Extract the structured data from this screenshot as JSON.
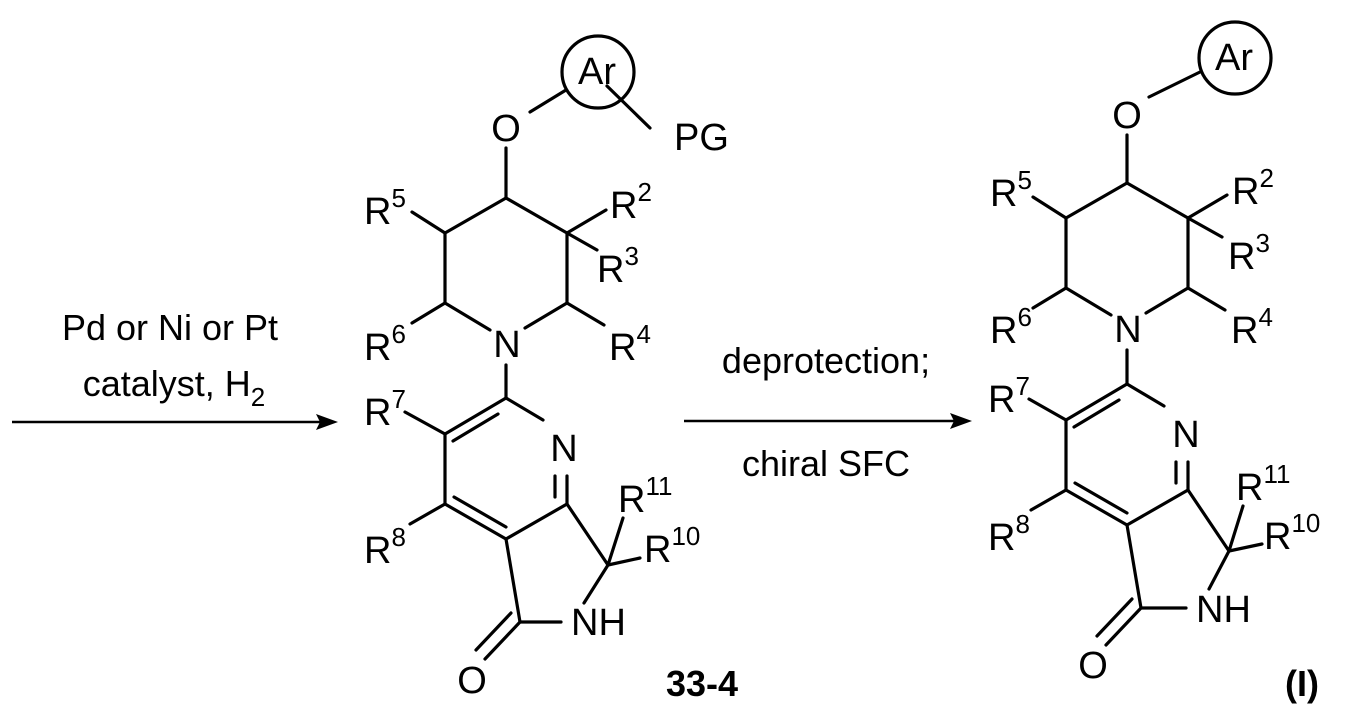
{
  "step1": {
    "reagents_line1": "Pd or Ni or Pt",
    "reagents_line2_prefix": "catalyst, H",
    "reagents_line2_subscript": "2"
  },
  "step2": {
    "reagents_above": "deprotection;",
    "reagents_below": "chiral SFC"
  },
  "compound_intermediate": {
    "label": "33-4",
    "aryl_ring": "Ar",
    "protecting_group": "PG",
    "ether_oxygen": "O",
    "ring_nitrogen": "N",
    "pyridine_nitrogen": "N",
    "lactam_nh": "NH",
    "carbonyl_oxygen": "O"
  },
  "compound_product": {
    "label": "(I)",
    "aryl_ring": "Ar",
    "ether_oxygen": "O",
    "ring_nitrogen": "N",
    "pyridine_nitrogen": "N",
    "lactam_nh": "NH",
    "carbonyl_oxygen": "O"
  },
  "substituent_symbol": "R",
  "substituents": {
    "r2": "2",
    "r3": "3",
    "r4": "4",
    "r5": "5",
    "r6": "6",
    "r7": "7",
    "r8": "8",
    "r10": "10",
    "r11": "11"
  }
}
